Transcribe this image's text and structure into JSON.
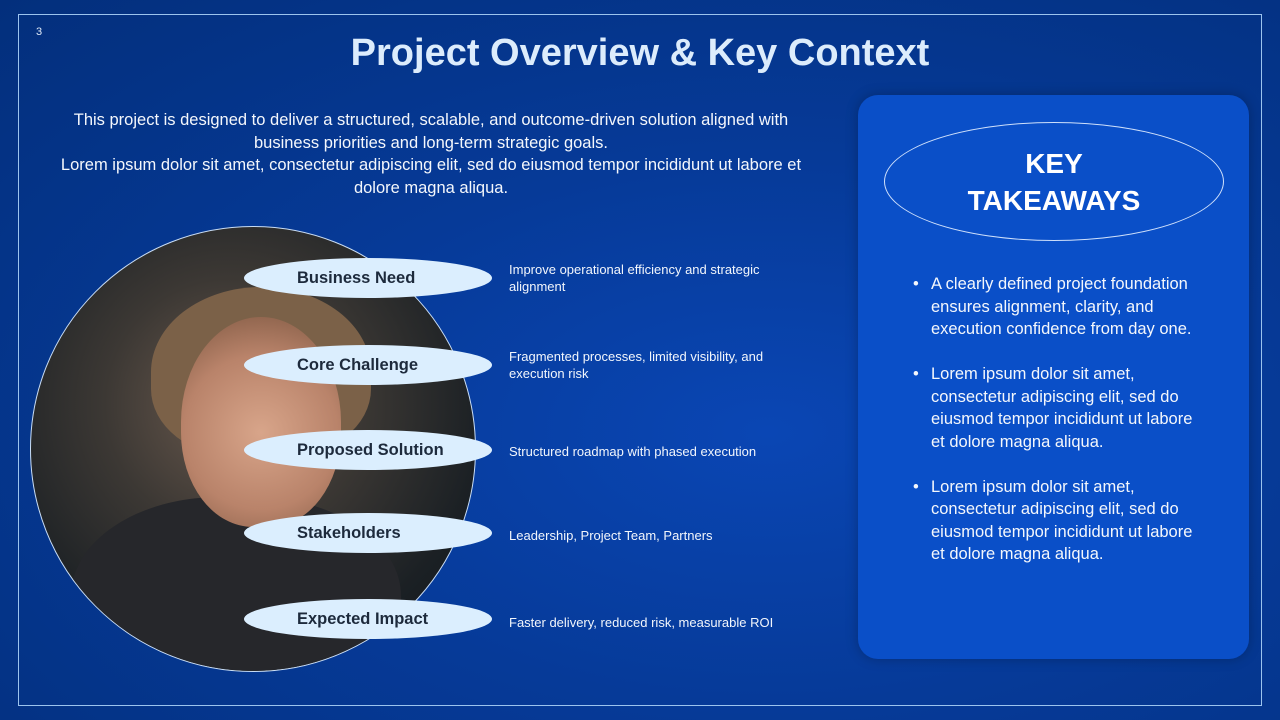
{
  "slide_number": "3",
  "title": "Project Overview & Key Context",
  "intro": [
    "This project is designed to deliver a structured, scalable, and outcome-driven solution aligned with business priorities and long-term strategic goals.",
    "Lorem ipsum dolor sit amet, consectetur adipiscing elit, sed do eiusmod tempor incididunt ut labore et dolore magna aliqua."
  ],
  "items": [
    {
      "label": "Business Need",
      "desc": "Improve operational efficiency and strategic alignment"
    },
    {
      "label": "Core Challenge",
      "desc": "Fragmented processes, limited visibility, and execution risk"
    },
    {
      "label": "Proposed Solution",
      "desc": "Structured roadmap with phased execution"
    },
    {
      "label": "Stakeholders",
      "desc": "Leadership, Project Team, Partners"
    },
    {
      "label": "Expected Impact",
      "desc": "Faster delivery, reduced risk, measurable ROI"
    }
  ],
  "takeaways": {
    "title_line1": "KEY",
    "title_line2": "TAKEAWAYS",
    "bullets": [
      "A clearly defined project foundation ensures alignment, clarity, and execution confidence from day one.",
      "Lorem ipsum dolor sit amet, consectetur adipiscing elit, sed do eiusmod tempor incididunt ut labore et dolore magna aliqua.",
      "Lorem ipsum dolor sit amet, consectetur adipiscing elit, sed do eiusmod tempor incididunt ut labore et dolore magna aliqua."
    ]
  }
}
